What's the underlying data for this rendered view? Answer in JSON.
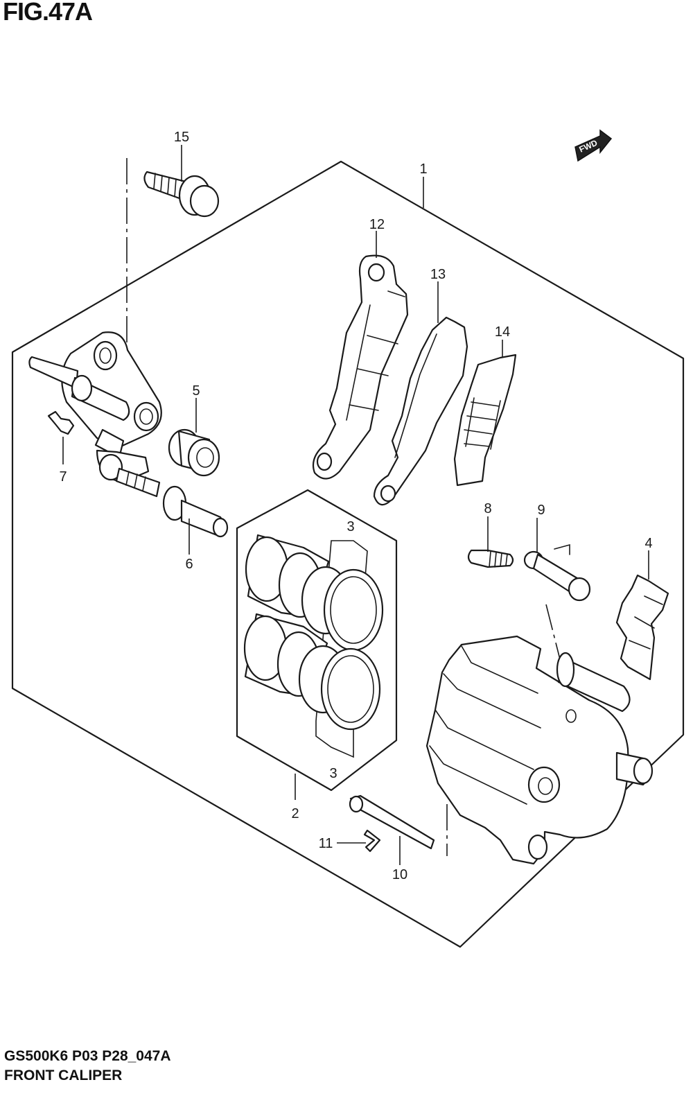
{
  "figure": {
    "number": "FIG.47A",
    "code": "GS500K6 P03 P28_047A",
    "name": "FRONT CALIPER"
  },
  "direction_marker": {
    "label": "FWD",
    "icon": "fwd-arrow-icon"
  },
  "callouts": {
    "c1": "1",
    "c2": "2",
    "c3a": "3",
    "c3b": "3",
    "c4": "4",
    "c5": "5",
    "c6": "6",
    "c7": "7",
    "c8": "8",
    "c9": "9",
    "c10": "10",
    "c11": "11",
    "c12": "12",
    "c13": "13",
    "c14": "14",
    "c15": "15"
  }
}
